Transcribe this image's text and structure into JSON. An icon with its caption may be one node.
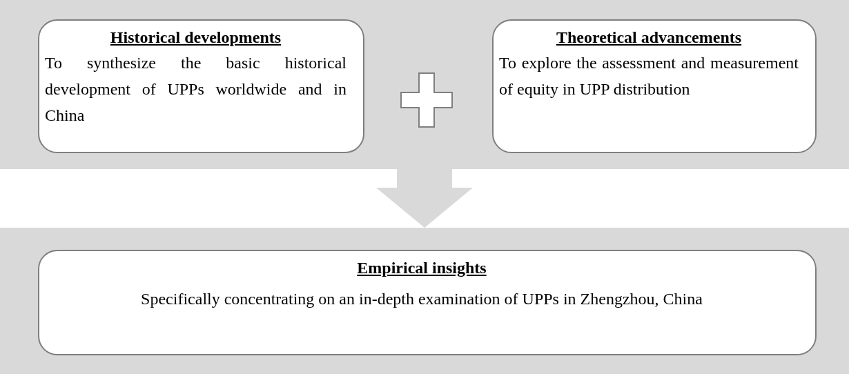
{
  "diagram": {
    "nodes": [
      {
        "text": [],
        "shape": "box"
      },
      {
        "text": [
          "Historical developments",
          "To synthesize the basic historical development of UPPs worldwide and in China"
        ],
        "in": 0
      },
      {
        "text": [
          "Theoretical advancements",
          "To explore the assessment and measurement of equity in UPP distribution"
        ],
        "in": 0
      },
      {
        "text": [],
        "shape": "box"
      },
      {
        "text": [
          "Empirical insights",
          "Specifically concentrating on an in-depth examination of UPPs in Zhengzhou, China"
        ],
        "in": 3
      }
    ],
    "edges": [
      {
        "from": 0,
        "to": 3,
        "arrow": "to"
      }
    ]
  }
}
